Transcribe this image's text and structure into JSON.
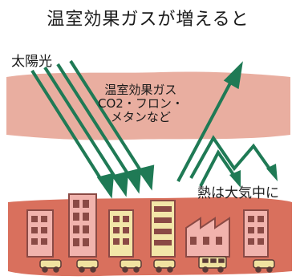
{
  "title": "温室効果ガスが増えると",
  "labels": {
    "sunlight": "太陽光",
    "greenhouse_gas_lines": [
      "温室効果ガス",
      "CO2・フロン・",
      "メタンなど"
    ],
    "heat_in_atmosphere": "熱は大気中に"
  },
  "colors": {
    "atmosphere_band": "#e7a596",
    "ground_band": "#d9705d",
    "arrow_green": "#1f7a55",
    "building_pink": "#f1b3ad",
    "building_yellow": "#f2e6a8",
    "window_dark": "#8a4a45",
    "car_yellow": "#f0e2a0"
  },
  "icons": [
    "sunlight-arrow-icon",
    "reflected-heat-arrow-icon",
    "trapped-heat-arrow-icon",
    "building-icon",
    "factory-icon",
    "car-icon",
    "bus-icon"
  ]
}
